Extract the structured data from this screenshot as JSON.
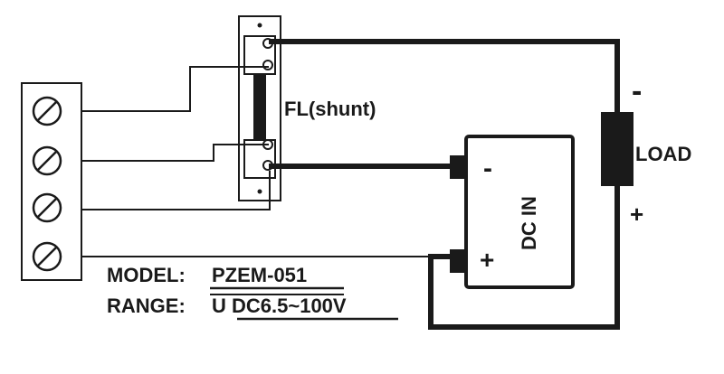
{
  "shunt": {
    "label": "FL(shunt)"
  },
  "load": {
    "label": "LOAD",
    "minus": "-",
    "plus": "+"
  },
  "dc_source": {
    "label": "DC IN",
    "minus": "-",
    "plus": "+"
  },
  "info": {
    "model_key": "MODEL:",
    "model_value": "PZEM-051",
    "range_key": "RANGE:",
    "range_value": "U DC6.5~100V"
  },
  "colors": {
    "ink": "#1a1a1a",
    "background": "#ffffff"
  }
}
